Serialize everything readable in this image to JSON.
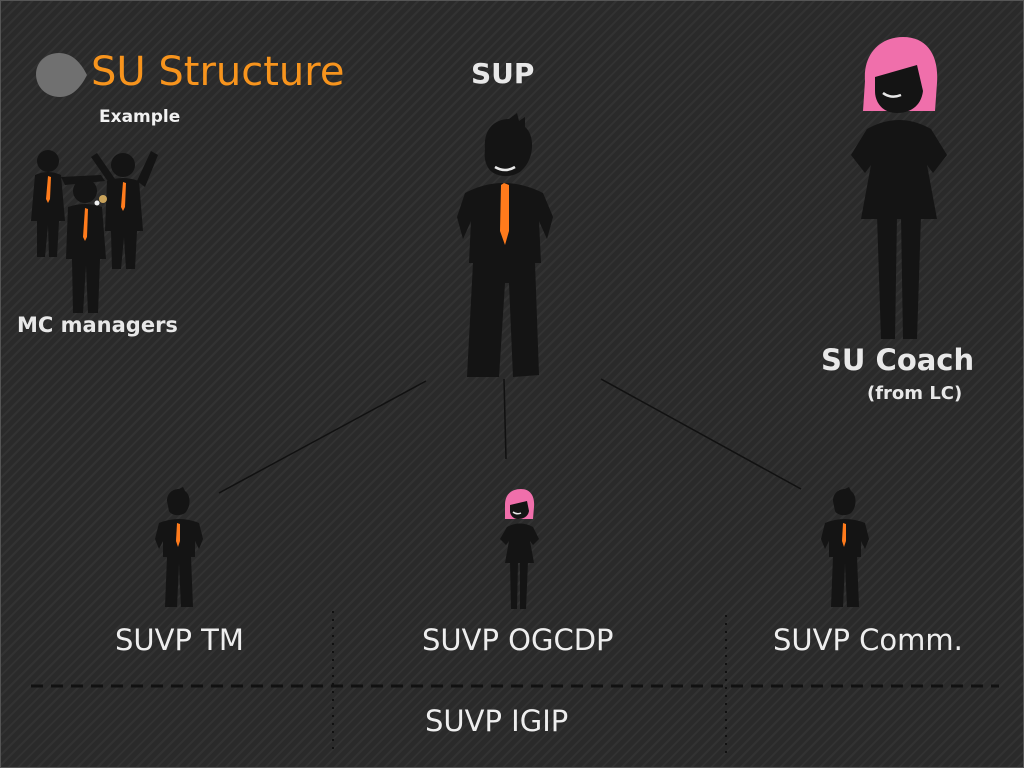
{
  "title": "SU Structure",
  "subtitle": "Example",
  "sup": {
    "label": "SUP"
  },
  "mc": {
    "label": "MC managers"
  },
  "coach": {
    "label": "SU Coach",
    "sublabel": "(from LC)"
  },
  "vps": [
    {
      "label": "SUVP TM"
    },
    {
      "label": "SUVP OGCDP"
    },
    {
      "label": "SUVP Comm."
    },
    {
      "label": "SUVP IGIP"
    }
  ],
  "colors": {
    "accent": "#f7941d",
    "tie": "#ff7b1c",
    "hair": "#f06fab",
    "silhouette": "#141414",
    "background": "#2a2a2a"
  }
}
